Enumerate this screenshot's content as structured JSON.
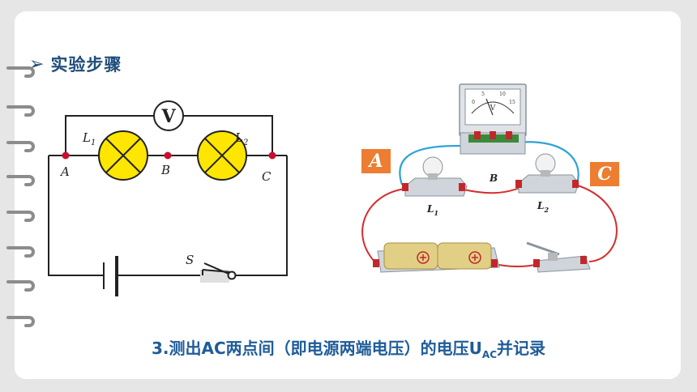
{
  "heading": {
    "bullet": "➢",
    "title": "实验步骤"
  },
  "schematic": {
    "voltmeter": "V",
    "lamp1": "L",
    "lamp1_sub": "1",
    "lamp2": "L",
    "lamp2_sub": "2",
    "point_a": "A",
    "point_b": "B",
    "point_c": "C",
    "switch": "S"
  },
  "photo": {
    "tag_a": "A",
    "tag_c": "C",
    "label_b": "B",
    "lamp1": "L",
    "lamp1_sub": "1",
    "lamp2": "L",
    "lamp2_sub": "2",
    "meter_unit": "V",
    "meter_scale": [
      "0",
      "5",
      "10",
      "15"
    ]
  },
  "caption": {
    "main": "3.测出AC两点间（即电源两端电压）的电压U",
    "sub": "AC",
    "tail": "并记录"
  },
  "colors": {
    "title": "#1f4e79",
    "caption": "#1f5c99",
    "tag": "#ed7d31",
    "wire_blue": "#2ea3d6",
    "wire_red": "#d62c2c",
    "lamp": "#ffe600"
  }
}
